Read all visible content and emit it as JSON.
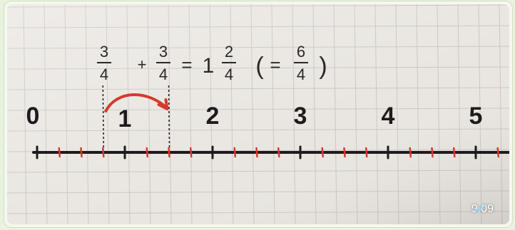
{
  "message": {
    "timestamp": "9.09",
    "status_icon": "double-check-read-icon",
    "status_color": "#9fd3f0"
  },
  "photo": {
    "equation": {
      "addend1": {
        "numerator": "3",
        "denominator": "4"
      },
      "plus": "+",
      "addend2": {
        "numerator": "3",
        "denominator": "4"
      },
      "equals": "=",
      "result_whole": "1",
      "result_fraction": {
        "numerator": "2",
        "denominator": "4"
      },
      "open_paren": "(",
      "equals_again": "=",
      "improper_fraction": {
        "numerator": "6",
        "denominator": "4"
      },
      "close_paren": ")"
    },
    "number_line": {
      "labels": [
        "0",
        "1",
        "2",
        "3",
        "4",
        "5"
      ],
      "subdivisions_per_unit": 4,
      "highlight_start": 0.75,
      "highlight_end": 1.5
    },
    "colors": {
      "paper": "#e9e6e1",
      "grid": "#c9c6c4",
      "ink": "#1d1b1c",
      "red_ink": "#d63a2b"
    }
  }
}
